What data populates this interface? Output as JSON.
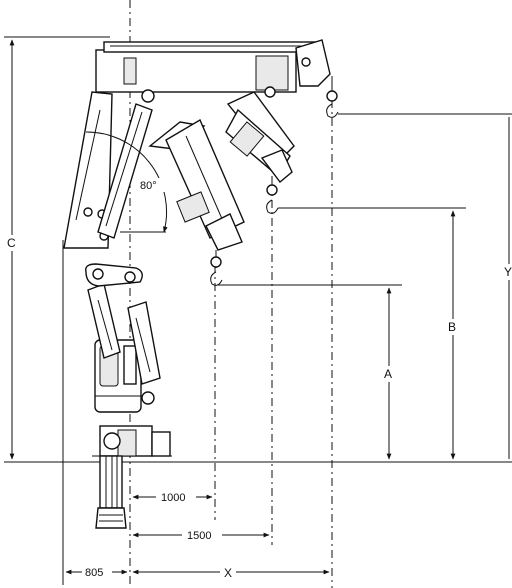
{
  "angle": {
    "label": "80°"
  },
  "dims": {
    "A": "A",
    "B": "B",
    "C": "C",
    "X": "X",
    "Y": "Y",
    "d1000": "1000",
    "d1500": "1500",
    "d805": "805"
  }
}
